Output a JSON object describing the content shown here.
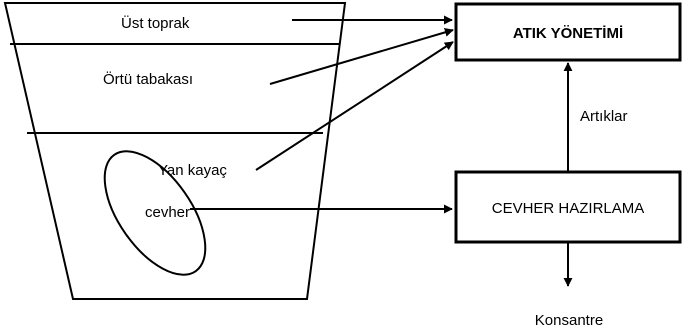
{
  "layers": {
    "top_soil": "Üst toprak",
    "overburden": "Örtü tabakası",
    "side_rock": "Yan kayaç",
    "ore": "cevher"
  },
  "boxes": {
    "waste_management": "ATIK YÖNETİMİ",
    "ore_preparation": "CEVHER HAZIRLAMA"
  },
  "flows": {
    "tailings": "Artıklar",
    "concentrate": "Konsantre"
  }
}
